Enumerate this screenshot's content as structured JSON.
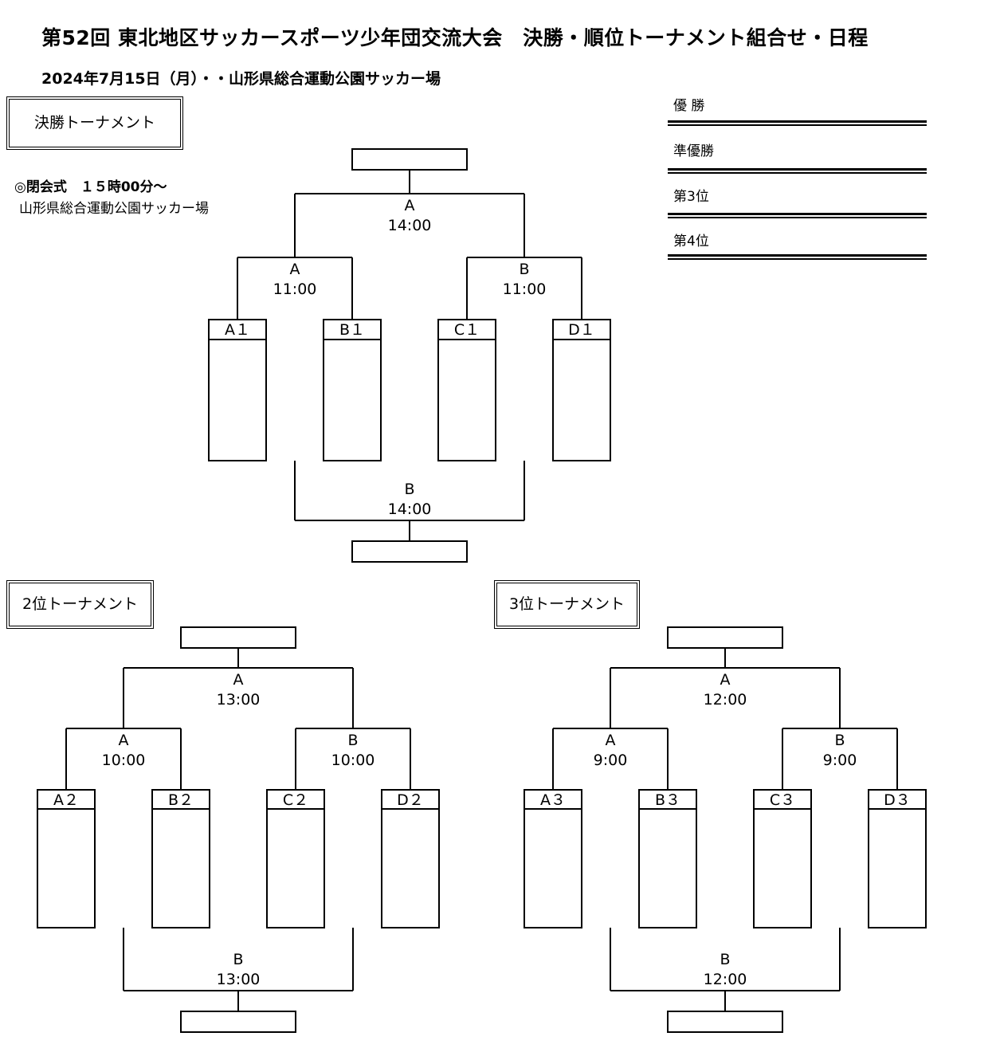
{
  "header": {
    "title": "第52回 東北地区サッカースポーツ少年団交流大会　決勝・順位トーナメント組合せ・日程",
    "subtitle": "2024年7月15日（月）・・山形県総合運動公園サッカー場"
  },
  "ceremony": {
    "title": "◎閉会式　１５時00分～",
    "venue": "山形県総合運動公園サッカー場"
  },
  "rankings": [
    "優 勝",
    "準優勝",
    "第3位",
    "第4位"
  ],
  "tournaments": [
    {
      "name": "決勝トーナメント",
      "teams": [
        "A１",
        "B１",
        "C１",
        "D１"
      ],
      "semi_left": {
        "court": "A",
        "time": "11:00"
      },
      "semi_right": {
        "court": "B",
        "time": "11:00"
      },
      "final": {
        "court": "A",
        "time": "14:00"
      },
      "third": {
        "court": "B",
        "time": "14:00"
      }
    },
    {
      "name": "2位トーナメント",
      "teams": [
        "A２",
        "B２",
        "C２",
        "D２"
      ],
      "semi_left": {
        "court": "A",
        "time": "10:00"
      },
      "semi_right": {
        "court": "B",
        "time": "10:00"
      },
      "final": {
        "court": "A",
        "time": "13:00"
      },
      "third": {
        "court": "B",
        "time": "13:00"
      }
    },
    {
      "name": "3位トーナメント",
      "teams": [
        "A３",
        "B３",
        "C３",
        "D３"
      ],
      "semi_left": {
        "court": "A",
        "time": "9:00"
      },
      "semi_right": {
        "court": "B",
        "time": "9:00"
      },
      "final": {
        "court": "A",
        "time": "12:00"
      },
      "third": {
        "court": "B",
        "time": "12:00"
      }
    }
  ]
}
